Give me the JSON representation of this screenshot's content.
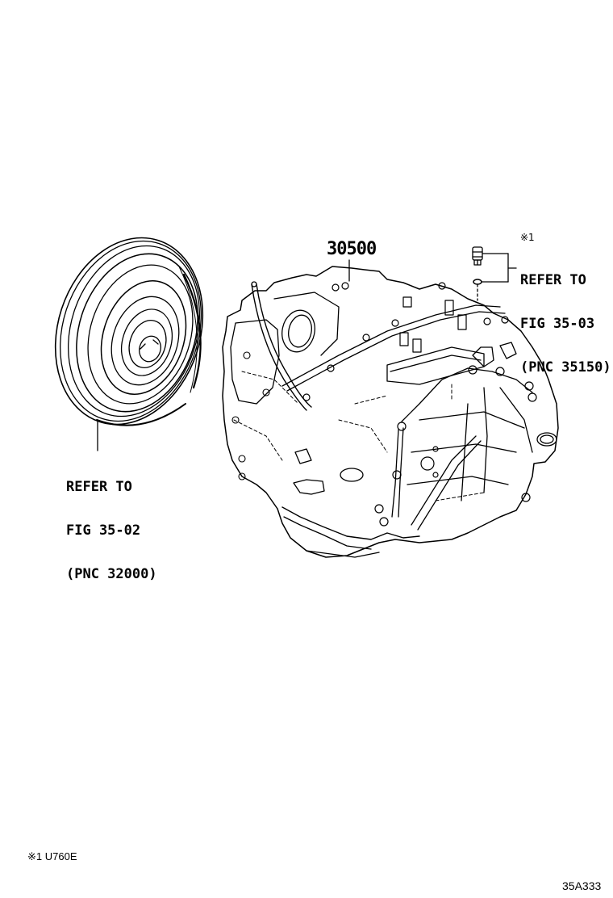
{
  "diagram": {
    "type": "parts-exploded-view",
    "main_part": {
      "part_number": "30500",
      "description_icon": "automatic-transaxle-assembly"
    },
    "torque_converter_ref": {
      "lines": [
        "REFER TO",
        "FIG 35-02",
        "(PNC 32000)"
      ],
      "icon": "torque-converter"
    },
    "sensor_ref": {
      "note_mark": "※1",
      "lines": [
        "REFER TO",
        "FIG 35-03",
        "(PNC 35150)"
      ],
      "icons": [
        "sensor-plug",
        "o-ring"
      ]
    },
    "footnote": "※1 U760E",
    "figure_code": "35A333",
    "colors": {
      "line": "#000000",
      "background": "#ffffff"
    }
  }
}
